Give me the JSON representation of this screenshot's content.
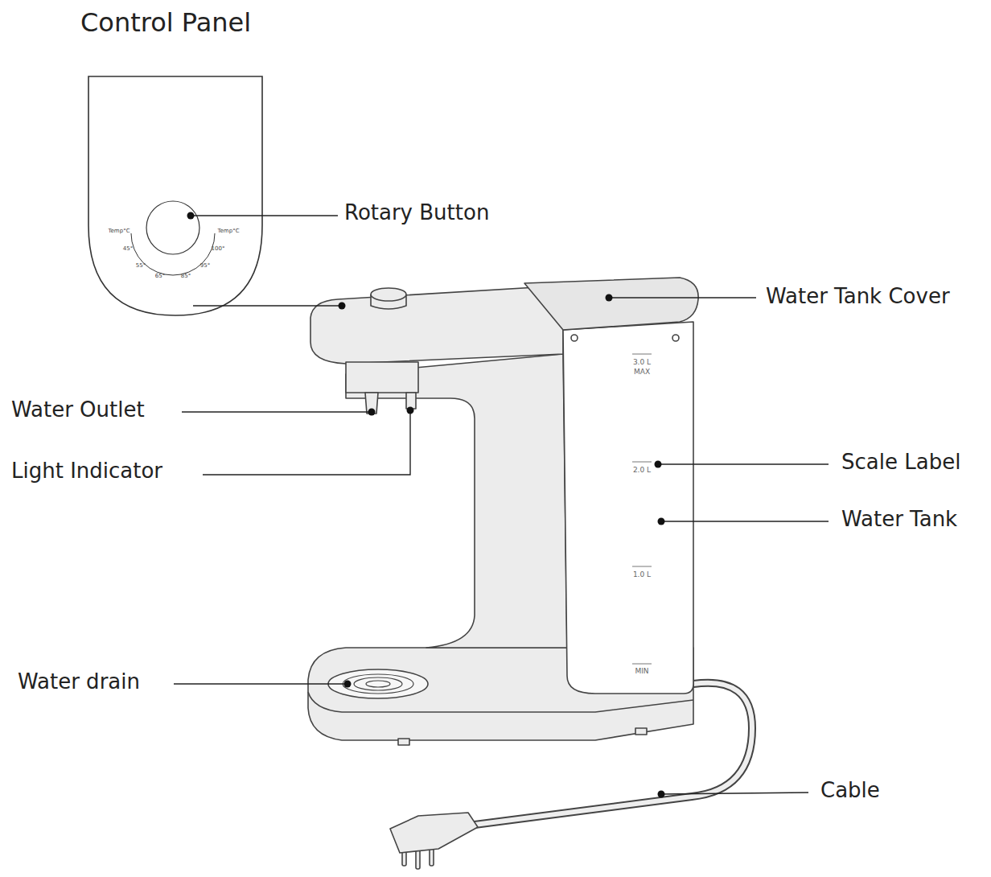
{
  "diagram": {
    "labels": [
      "Control Panel",
      "Rotary Button",
      "Water Tank Cover",
      "Water Outlet",
      "Light Indicator",
      "Scale Label",
      "Water Tank",
      "Water drain",
      "Cable",
      "Temp°C",
      "Temp°C",
      "45°",
      "55°",
      "65°",
      "85°",
      "95°",
      "100°",
      "3.0 L",
      "MAX",
      "2.0 L",
      "1.0 L",
      "MIN"
    ]
  }
}
